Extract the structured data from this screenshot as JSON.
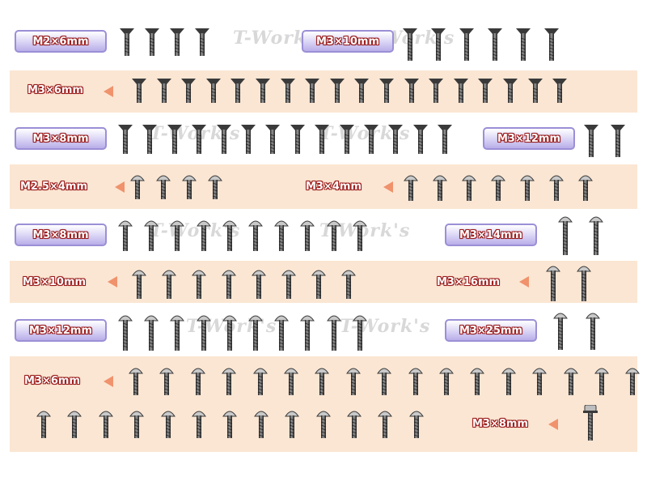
{
  "watermark": "T-Work's",
  "colors": {
    "band": "#fbe6d3",
    "label_text": "#ffffff",
    "label_outline": "#9a1a1a",
    "box_border": "#9b8fd6",
    "arrow": "#f0926c",
    "screw_metal": "#3a3a3a"
  },
  "labels": [
    {
      "id": "r1a",
      "text": "M2×6mm"
    },
    {
      "id": "r1b",
      "text": "M3×10mm"
    },
    {
      "id": "r2",
      "text": "M3×6mm"
    },
    {
      "id": "r3a",
      "text": "M3×8mm"
    },
    {
      "id": "r3b",
      "text": "M3×12mm"
    },
    {
      "id": "r4a",
      "text": "M2.5×4mm"
    },
    {
      "id": "r4b",
      "text": "M3×4mm"
    },
    {
      "id": "r5a",
      "text": "M3×8mm"
    },
    {
      "id": "r5b",
      "text": "M3×14mm"
    },
    {
      "id": "r6a",
      "text": "M3×10mm"
    },
    {
      "id": "r6b",
      "text": "M3×16mm"
    },
    {
      "id": "r7a",
      "text": "M3×12mm"
    },
    {
      "id": "r7b",
      "text": "M3×25mm"
    },
    {
      "id": "r8a",
      "text": "M3×6mm"
    },
    {
      "id": "r8b",
      "text": "M3×8mm"
    }
  ],
  "screw_groups": [
    {
      "size": "M2×6mm",
      "head": "countersunk",
      "count": 4
    },
    {
      "size": "M3×10mm",
      "head": "countersunk",
      "count": 6
    },
    {
      "size": "M3×6mm",
      "head": "countersunk",
      "count": 18
    },
    {
      "size": "M3×8mm",
      "head": "countersunk",
      "count": 14
    },
    {
      "size": "M3×12mm",
      "head": "countersunk",
      "count": 2
    },
    {
      "size": "M2.5×4mm",
      "head": "button",
      "count": 4
    },
    {
      "size": "M3×4mm",
      "head": "button",
      "count": 7
    },
    {
      "size": "M3×8mm",
      "head": "button",
      "count": 10
    },
    {
      "size": "M3×14mm",
      "head": "button",
      "count": 2
    },
    {
      "size": "M3×10mm",
      "head": "button",
      "count": 8
    },
    {
      "size": "M3×16mm",
      "head": "button",
      "count": 2
    },
    {
      "size": "M3×12mm",
      "head": "button",
      "count": 10
    },
    {
      "size": "M3×25mm",
      "head": "button",
      "count": 2
    },
    {
      "size": "M3×6mm",
      "head": "button",
      "count": 30
    },
    {
      "size": "M3×8mm",
      "head": "flanged",
      "count": 1
    }
  ]
}
